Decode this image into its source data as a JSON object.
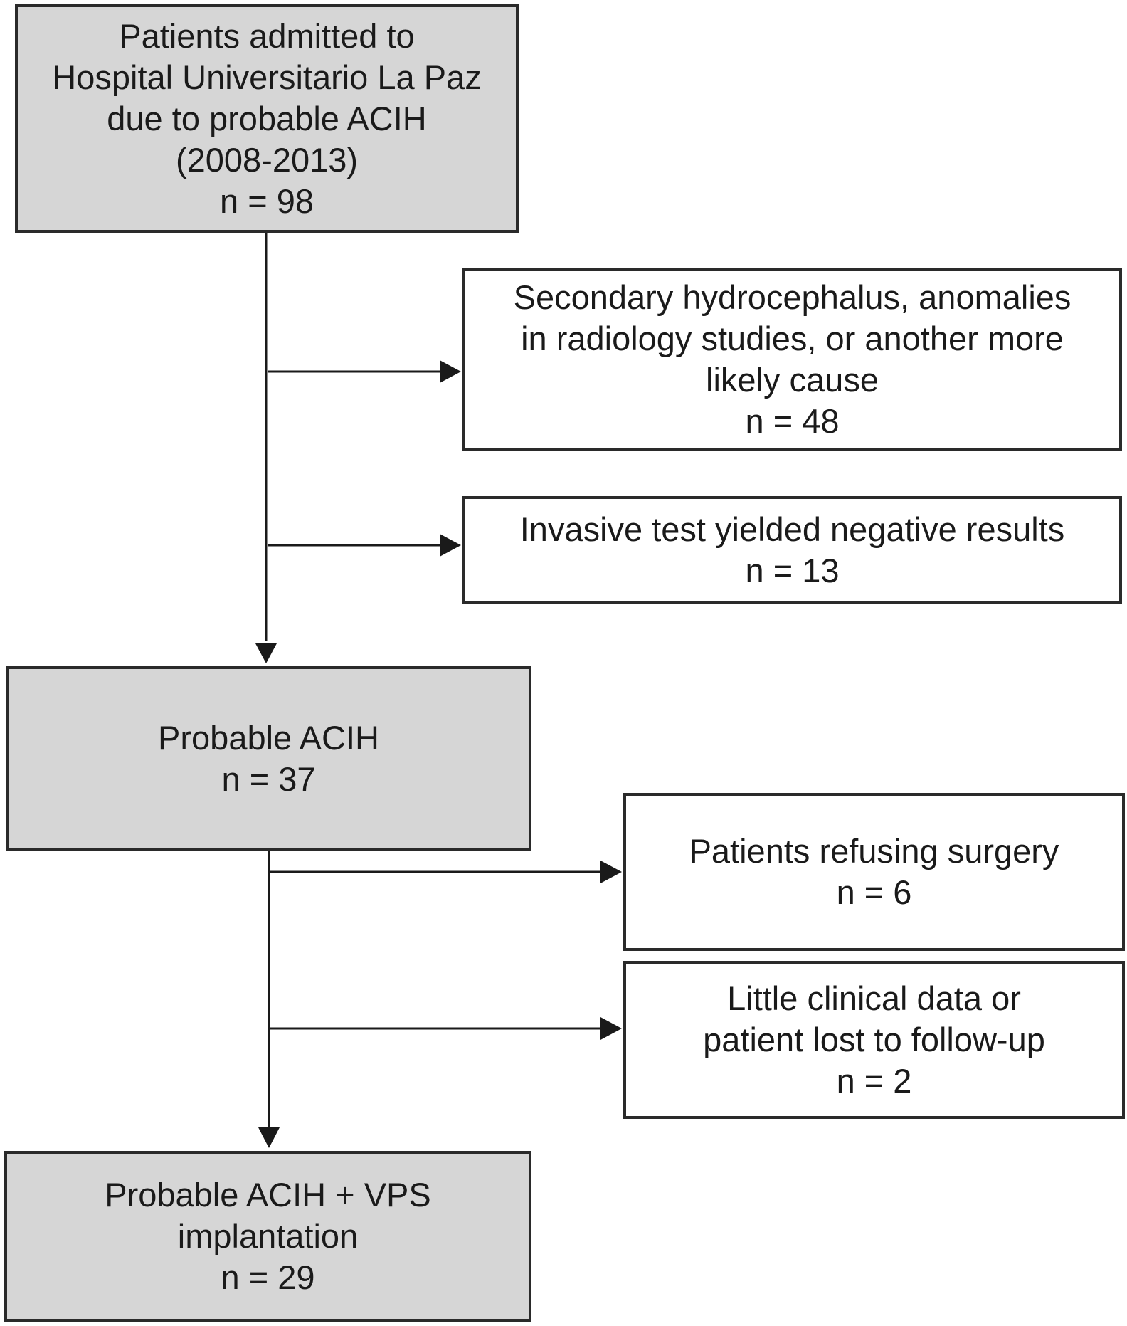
{
  "boxes": {
    "admitted": {
      "lines": [
        "Patients admitted to",
        "Hospital Universitario La Paz",
        "due to probable ACIH",
        "(2008-2013)",
        "n = 98"
      ]
    },
    "secondary": {
      "lines": [
        "Secondary hydrocephalus, anomalies",
        "in radiology studies, or another more",
        "likely cause",
        "n = 48"
      ]
    },
    "invasive": {
      "lines": [
        "Invasive test yielded negative results",
        "n = 13"
      ]
    },
    "probable": {
      "lines": [
        "Probable ACIH",
        "n = 37"
      ]
    },
    "refusing": {
      "lines": [
        "Patients refusing surgery",
        "n = 6"
      ]
    },
    "lost": {
      "lines": [
        "Little clinical data or",
        "patient lost to follow-up",
        "n = 2"
      ]
    },
    "vps": {
      "lines": [
        "Probable ACIH + VPS",
        "implantation",
        "n = 29"
      ]
    }
  },
  "colors": {
    "main_fill": "#d6d6d6",
    "side_fill": "#ffffff",
    "stroke": "#2a2a2a"
  }
}
